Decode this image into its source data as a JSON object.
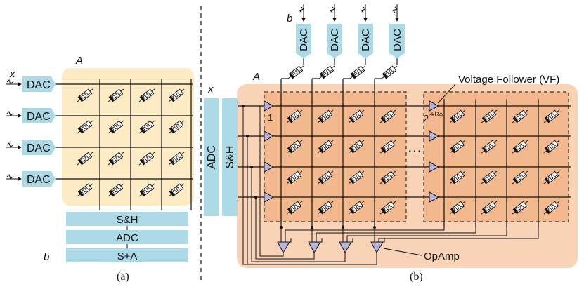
{
  "panel_a": {
    "matrix_label": "A",
    "input_label": "x",
    "dac_label": "DAC",
    "output_stack": [
      "S&H",
      "ADC",
      "S+A"
    ],
    "bias_label": "b",
    "caption": "(a)"
  },
  "panel_b": {
    "matrix_label": "A",
    "input_label": "x",
    "bias_label": "b",
    "dac_label": "DAC",
    "adc_label": "ADC",
    "sh_label": "S&H",
    "first_gain": "1",
    "second_gain_base": "2",
    "second_gain_exp": "-kRo",
    "ellipsis": "⋯",
    "vf_label": "Voltage Follower (VF)",
    "opamp_label": "OpAmp",
    "caption": "(b)"
  },
  "colors": {
    "panel_a_bg": "#fdebc4",
    "panel_b_bg": "#f8d3b6",
    "block_bg": "#f2b98e",
    "dac_fill": "#acd9e6",
    "triangle_fill": "#b6b5dd",
    "line": "#111111"
  }
}
